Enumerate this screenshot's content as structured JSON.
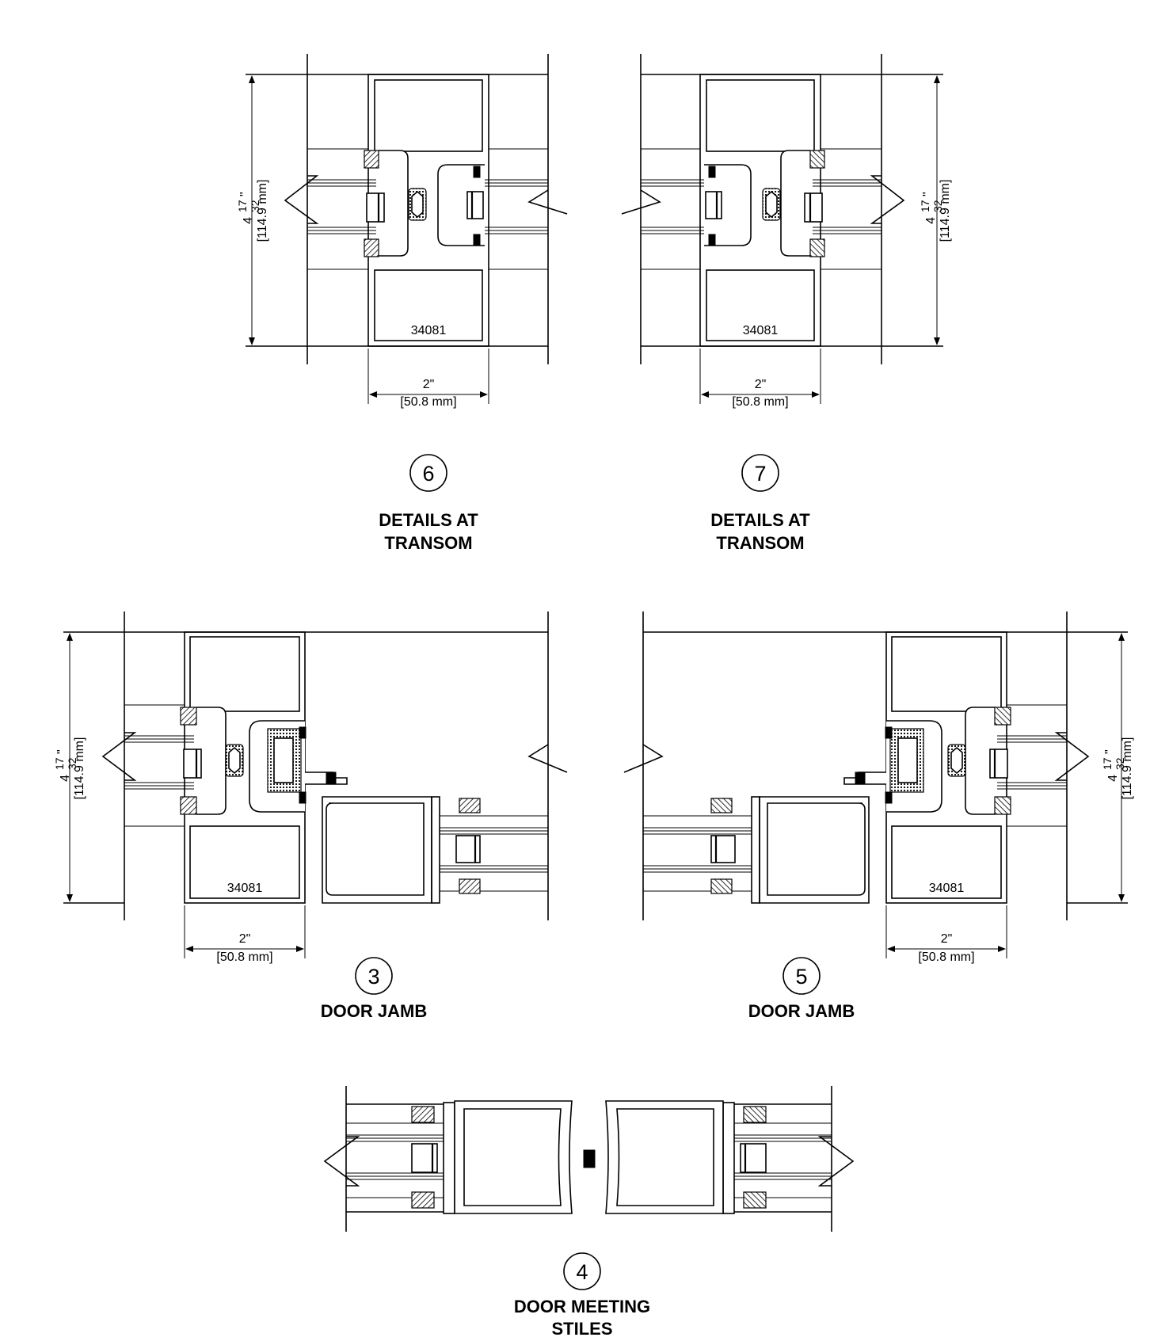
{
  "details": [
    {
      "id": "detail-6",
      "number": "6",
      "title_line1": "DETAILS AT",
      "title_line2": "TRANSOM",
      "part_number": "34081",
      "height_whole": "4",
      "height_num": "17",
      "height_den": "32",
      "height_inch_mark": "\"",
      "height_mm": "[114.9 mm]",
      "width_in": "2\"",
      "width_mm": "[50.8 mm]"
    },
    {
      "id": "detail-7",
      "number": "7",
      "title_line1": "DETAILS AT",
      "title_line2": "TRANSOM",
      "part_number": "34081",
      "height_whole": "4",
      "height_num": "17",
      "height_den": "32",
      "height_inch_mark": "\"",
      "height_mm": "[114.9 mm]",
      "width_in": "2\"",
      "width_mm": "[50.8 mm]"
    },
    {
      "id": "detail-3",
      "number": "3",
      "title_line1": "DOOR JAMB",
      "part_number": "34081",
      "height_whole": "4",
      "height_num": "17",
      "height_den": "32",
      "height_inch_mark": "\"",
      "height_mm": "[114.9 mm]",
      "width_in": "2\"",
      "width_mm": "[50.8 mm]"
    },
    {
      "id": "detail-5",
      "number": "5",
      "title_line1": "DOOR JAMB",
      "part_number": "34081",
      "height_whole": "4",
      "height_num": "17",
      "height_den": "32",
      "height_inch_mark": "\"",
      "height_mm": "[114.9 mm]",
      "width_in": "2\"",
      "width_mm": "[50.8 mm]"
    },
    {
      "id": "detail-4",
      "number": "4",
      "title_line1": "DOOR MEETING",
      "title_line2": "STILES"
    }
  ]
}
